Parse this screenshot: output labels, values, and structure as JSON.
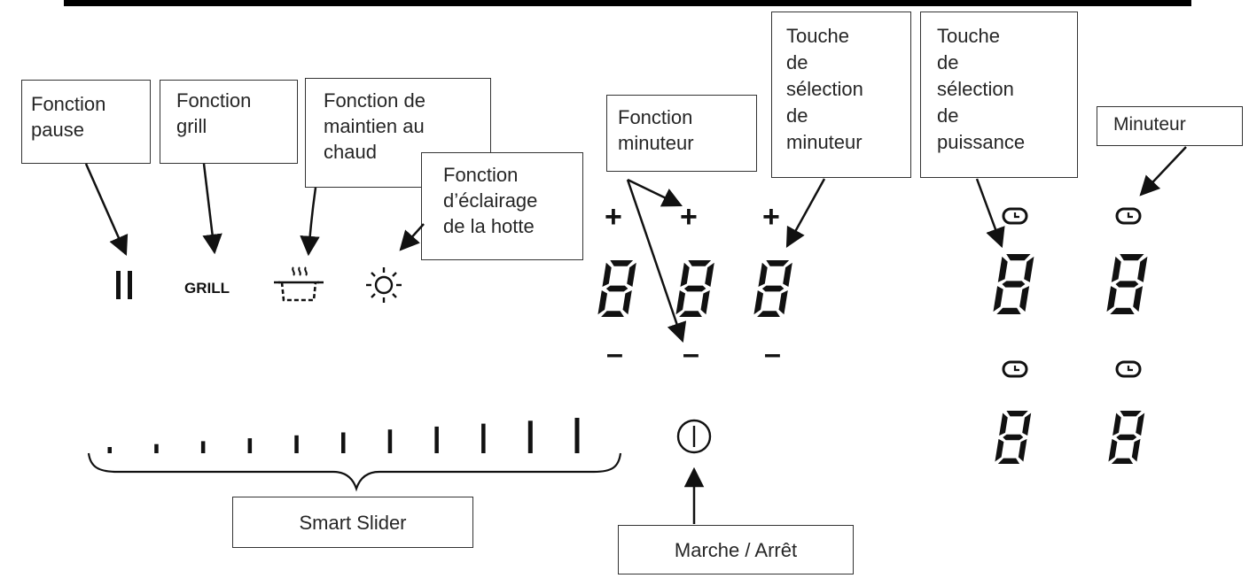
{
  "labels": {
    "pause": [
      "Fonction",
      "pause"
    ],
    "grill": [
      "Fonction",
      "grill"
    ],
    "warm": [
      "Fonction de",
      "maintien au",
      "chaud"
    ],
    "light": [
      "Fonction",
      "d’éclairage",
      "de la hotte"
    ],
    "timer_function": [
      "Fonction",
      "minuteur"
    ],
    "timer_select": [
      "Touche",
      "de",
      "sélection",
      "de",
      "minuteur"
    ],
    "power_select": [
      "Touche",
      "de",
      "sélection",
      "de",
      "puissance"
    ],
    "timer": [
      "Minuteur"
    ],
    "smart_slider": "Smart Slider",
    "on_off": "Marche / Arrêt"
  },
  "panel": {
    "grill_text": "GRILL",
    "plus_sign": "+",
    "minus_sign": "–",
    "slider_levels": 11
  }
}
